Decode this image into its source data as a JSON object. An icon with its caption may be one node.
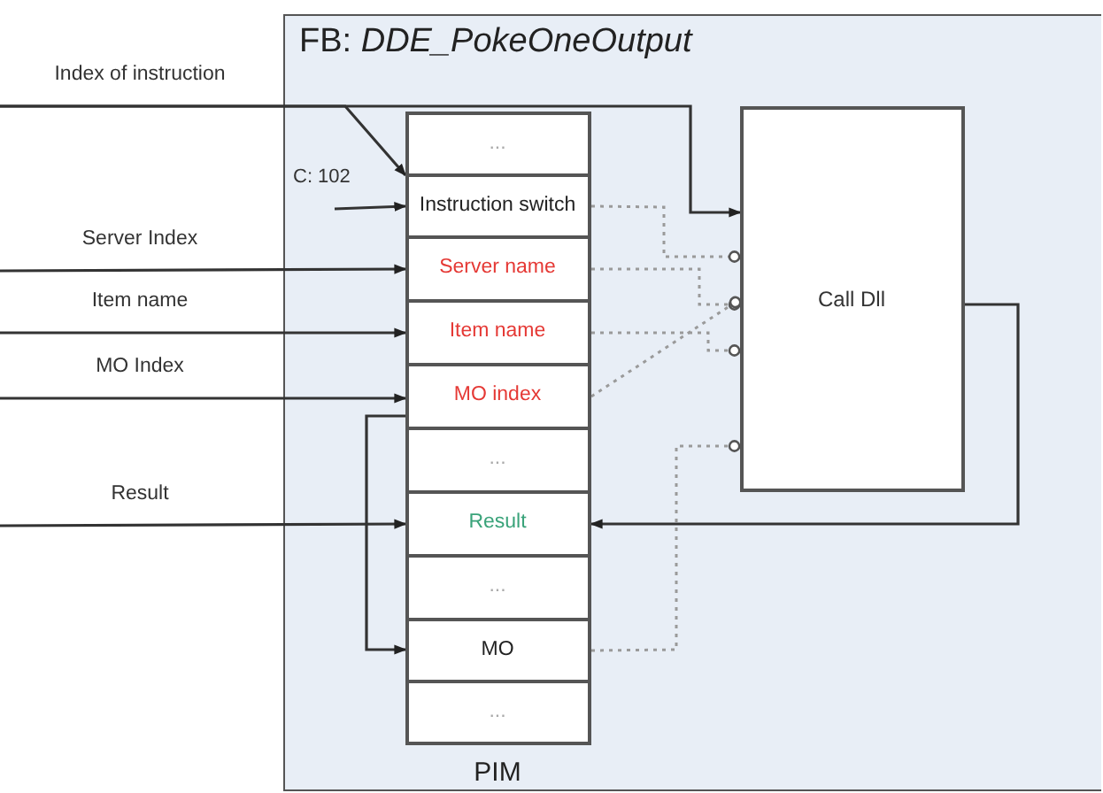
{
  "diagram": {
    "nodes": [
      {
        "text": [
          "FB: *DDE_PokeOneOutput*"
        ]
      },
      {
        "text": [
          "PIM"
        ],
        "in": 0
      },
      {
        "text": [
          "..."
        ],
        "in": 1
      },
      {
        "text": [
          "Instruction switch"
        ],
        "in": 1
      },
      {
        "text": [
          "Server name"
        ],
        "in": 1
      },
      {
        "text": [
          "Item name"
        ],
        "in": 1
      },
      {
        "text": [
          "MO index"
        ],
        "in": 1
      },
      {
        "text": [
          "..."
        ],
        "in": 1
      },
      {
        "text": [
          "Result"
        ],
        "in": 1
      },
      {
        "text": [
          "..."
        ],
        "in": 1
      },
      {
        "text": [
          "MO"
        ],
        "in": 1
      },
      {
        "text": [
          "..."
        ],
        "in": 1
      },
      {
        "text": [
          "Call Dll"
        ],
        "in": 0
      },
      {
        "text": [
          "Index of instruction"
        ]
      },
      {
        "text": [
          "C: 102"
        ],
        "in": 0
      },
      {
        "text": [
          "Server Index"
        ]
      },
      {
        "text": [
          "Item name"
        ]
      },
      {
        "text": [
          "MO Index"
        ]
      },
      {
        "text": [
          "Result"
        ]
      }
    ],
    "edges": [
      {
        "from": 13,
        "to": 3,
        "arrow": "to"
      },
      {
        "from": 14,
        "to": 3,
        "arrow": "to"
      },
      {
        "from": 13,
        "to": 12,
        "arrow": "to"
      },
      {
        "from": 15,
        "to": 4,
        "arrow": "to"
      },
      {
        "from": 16,
        "to": 5,
        "arrow": "to"
      },
      {
        "from": 17,
        "to": 6,
        "arrow": "to"
      },
      {
        "from": 18,
        "to": 8,
        "arrow": "to"
      },
      {
        "from": 12,
        "to": 8,
        "arrow": "to"
      },
      {
        "from": 6,
        "to": 10,
        "arrow": "to"
      },
      {
        "from": 3,
        "to": 12,
        "arrow": "other",
        "style": "dashed",
        "color": "#9a9a9a"
      },
      {
        "from": 4,
        "to": 12,
        "arrow": "other",
        "style": "dashed",
        "color": "#9a9a9a"
      },
      {
        "from": 5,
        "to": 12,
        "arrow": "other",
        "style": "dashed",
        "color": "#9a9a9a"
      },
      {
        "from": 6,
        "to": 12,
        "arrow": "other",
        "style": "dashed",
        "color": "#9a9a9a"
      },
      {
        "from": 10,
        "to": 12,
        "arrow": "other",
        "style": "dashed",
        "color": "#9a9a9a"
      }
    ]
  }
}
